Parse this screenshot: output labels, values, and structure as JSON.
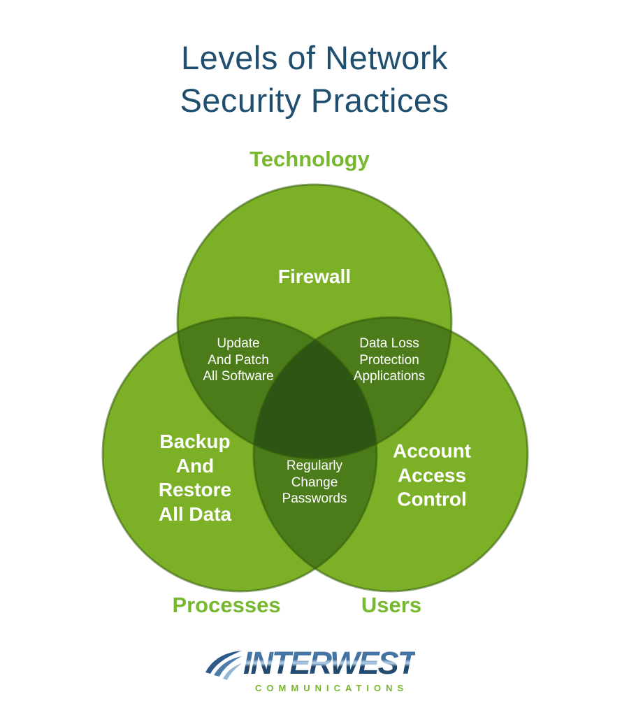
{
  "title": {
    "line1": "Levels of Network",
    "line2": "Security Practices",
    "color": "#1f4e6e"
  },
  "venn": {
    "colors": {
      "circle_fill": "#7cb127",
      "pair_overlap_fill": "#4c7c1a",
      "triple_overlap_fill": "#2d5614",
      "circle_outline": "rgba(50,90,10,0.55)",
      "set_label_color": "#76b82e",
      "region_text_color": "#ffffff"
    },
    "sets": [
      {
        "id": "technology",
        "label": "Technology"
      },
      {
        "id": "processes",
        "label": "Processes"
      },
      {
        "id": "users",
        "label": "Users"
      }
    ],
    "regions": [
      {
        "id": "technology-only",
        "lines": [
          "Firewall"
        ]
      },
      {
        "id": "technology-processes-overlap",
        "lines": [
          "Update",
          "And Patch",
          "All Software"
        ]
      },
      {
        "id": "technology-users-overlap",
        "lines": [
          "Data Loss",
          "Protection",
          "Applications"
        ]
      },
      {
        "id": "processes-only",
        "lines": [
          "Backup",
          "And",
          "Restore",
          "All Data"
        ]
      },
      {
        "id": "users-only",
        "lines": [
          "Account",
          "Access",
          "Control"
        ]
      },
      {
        "id": "processes-users-overlap",
        "lines": [
          "Regularly",
          "Change",
          "Passwords"
        ]
      }
    ]
  },
  "logo": {
    "brand": "INTERWEST",
    "tagline": "COMMUNICATIONS",
    "brand_color": "#2f5e8f",
    "tagline_color": "#77b52f"
  }
}
